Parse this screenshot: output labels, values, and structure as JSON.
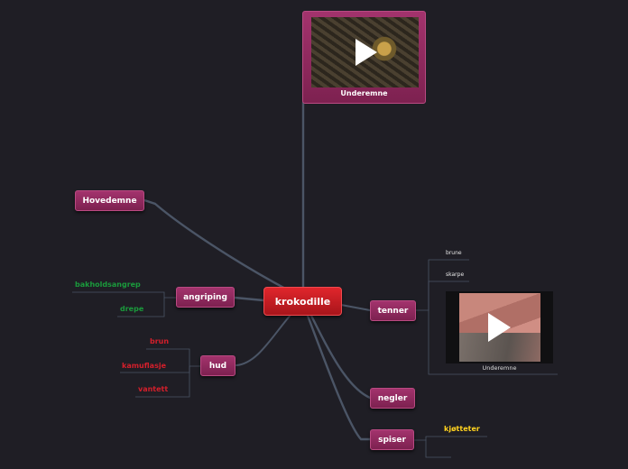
{
  "colors": {
    "background": "#1f1e25",
    "green": "#1a9a3c",
    "red": "#d41f2b",
    "yellow": "#ffd21f",
    "connector": "#4b5566"
  },
  "root": {
    "label": "krokodille"
  },
  "branches": {
    "top_media": {
      "caption": "Underemne",
      "icon": "play-icon"
    },
    "hovedemne": {
      "label": "Hovedemne"
    },
    "angriping": {
      "label": "angriping",
      "children": [
        "bakholdsangrep",
        "drepe"
      ]
    },
    "hud": {
      "label": "hud",
      "children": [
        "brun",
        "kamuflasje",
        "vantett"
      ]
    },
    "tenner": {
      "label": "tenner",
      "children": [
        "brune",
        "skarpe"
      ],
      "media_caption": "Underemne"
    },
    "negler": {
      "label": "negler"
    },
    "spiser": {
      "label": "spiser",
      "children": [
        "kjøtteter"
      ]
    }
  }
}
